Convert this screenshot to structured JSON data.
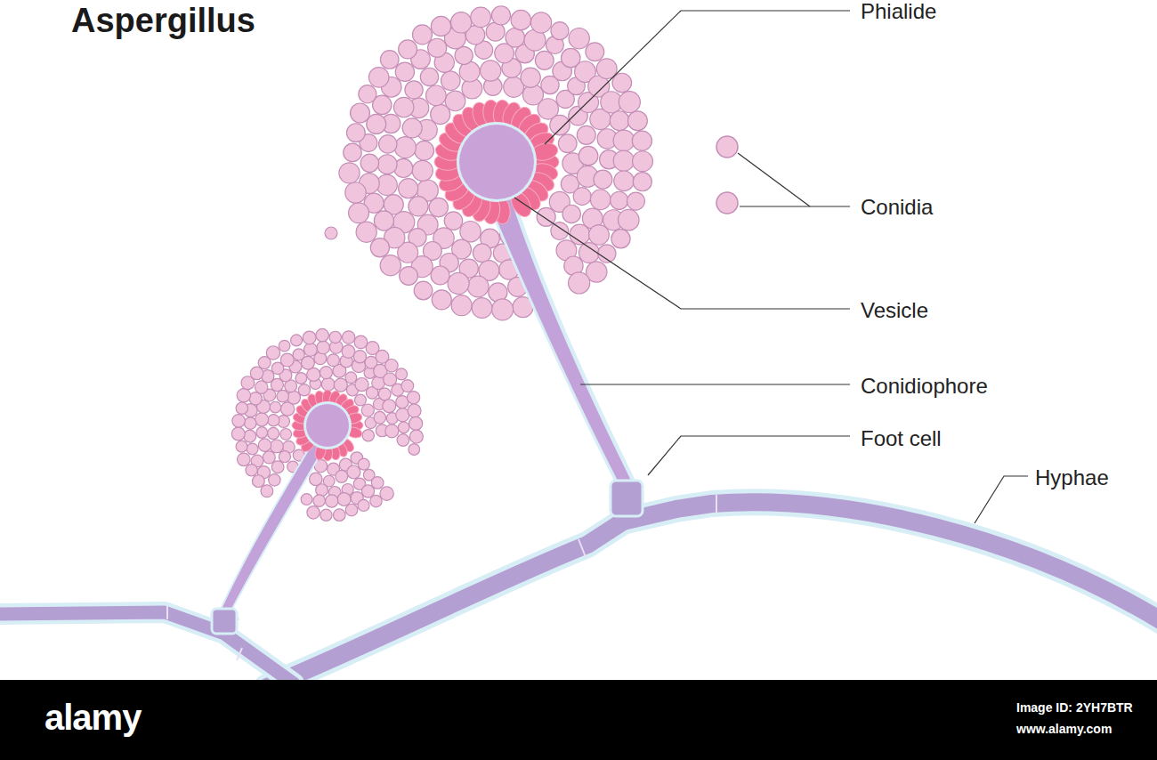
{
  "diagram": {
    "title": "Aspergillus",
    "labels": [
      "Phialide",
      "Conidia",
      "Vesicle",
      "Conidiophore",
      "Foot cell",
      "Hyphae",
      "alamy",
      "Image ID: 2YH7BTR",
      "www.alamy.com"
    ]
  }
}
